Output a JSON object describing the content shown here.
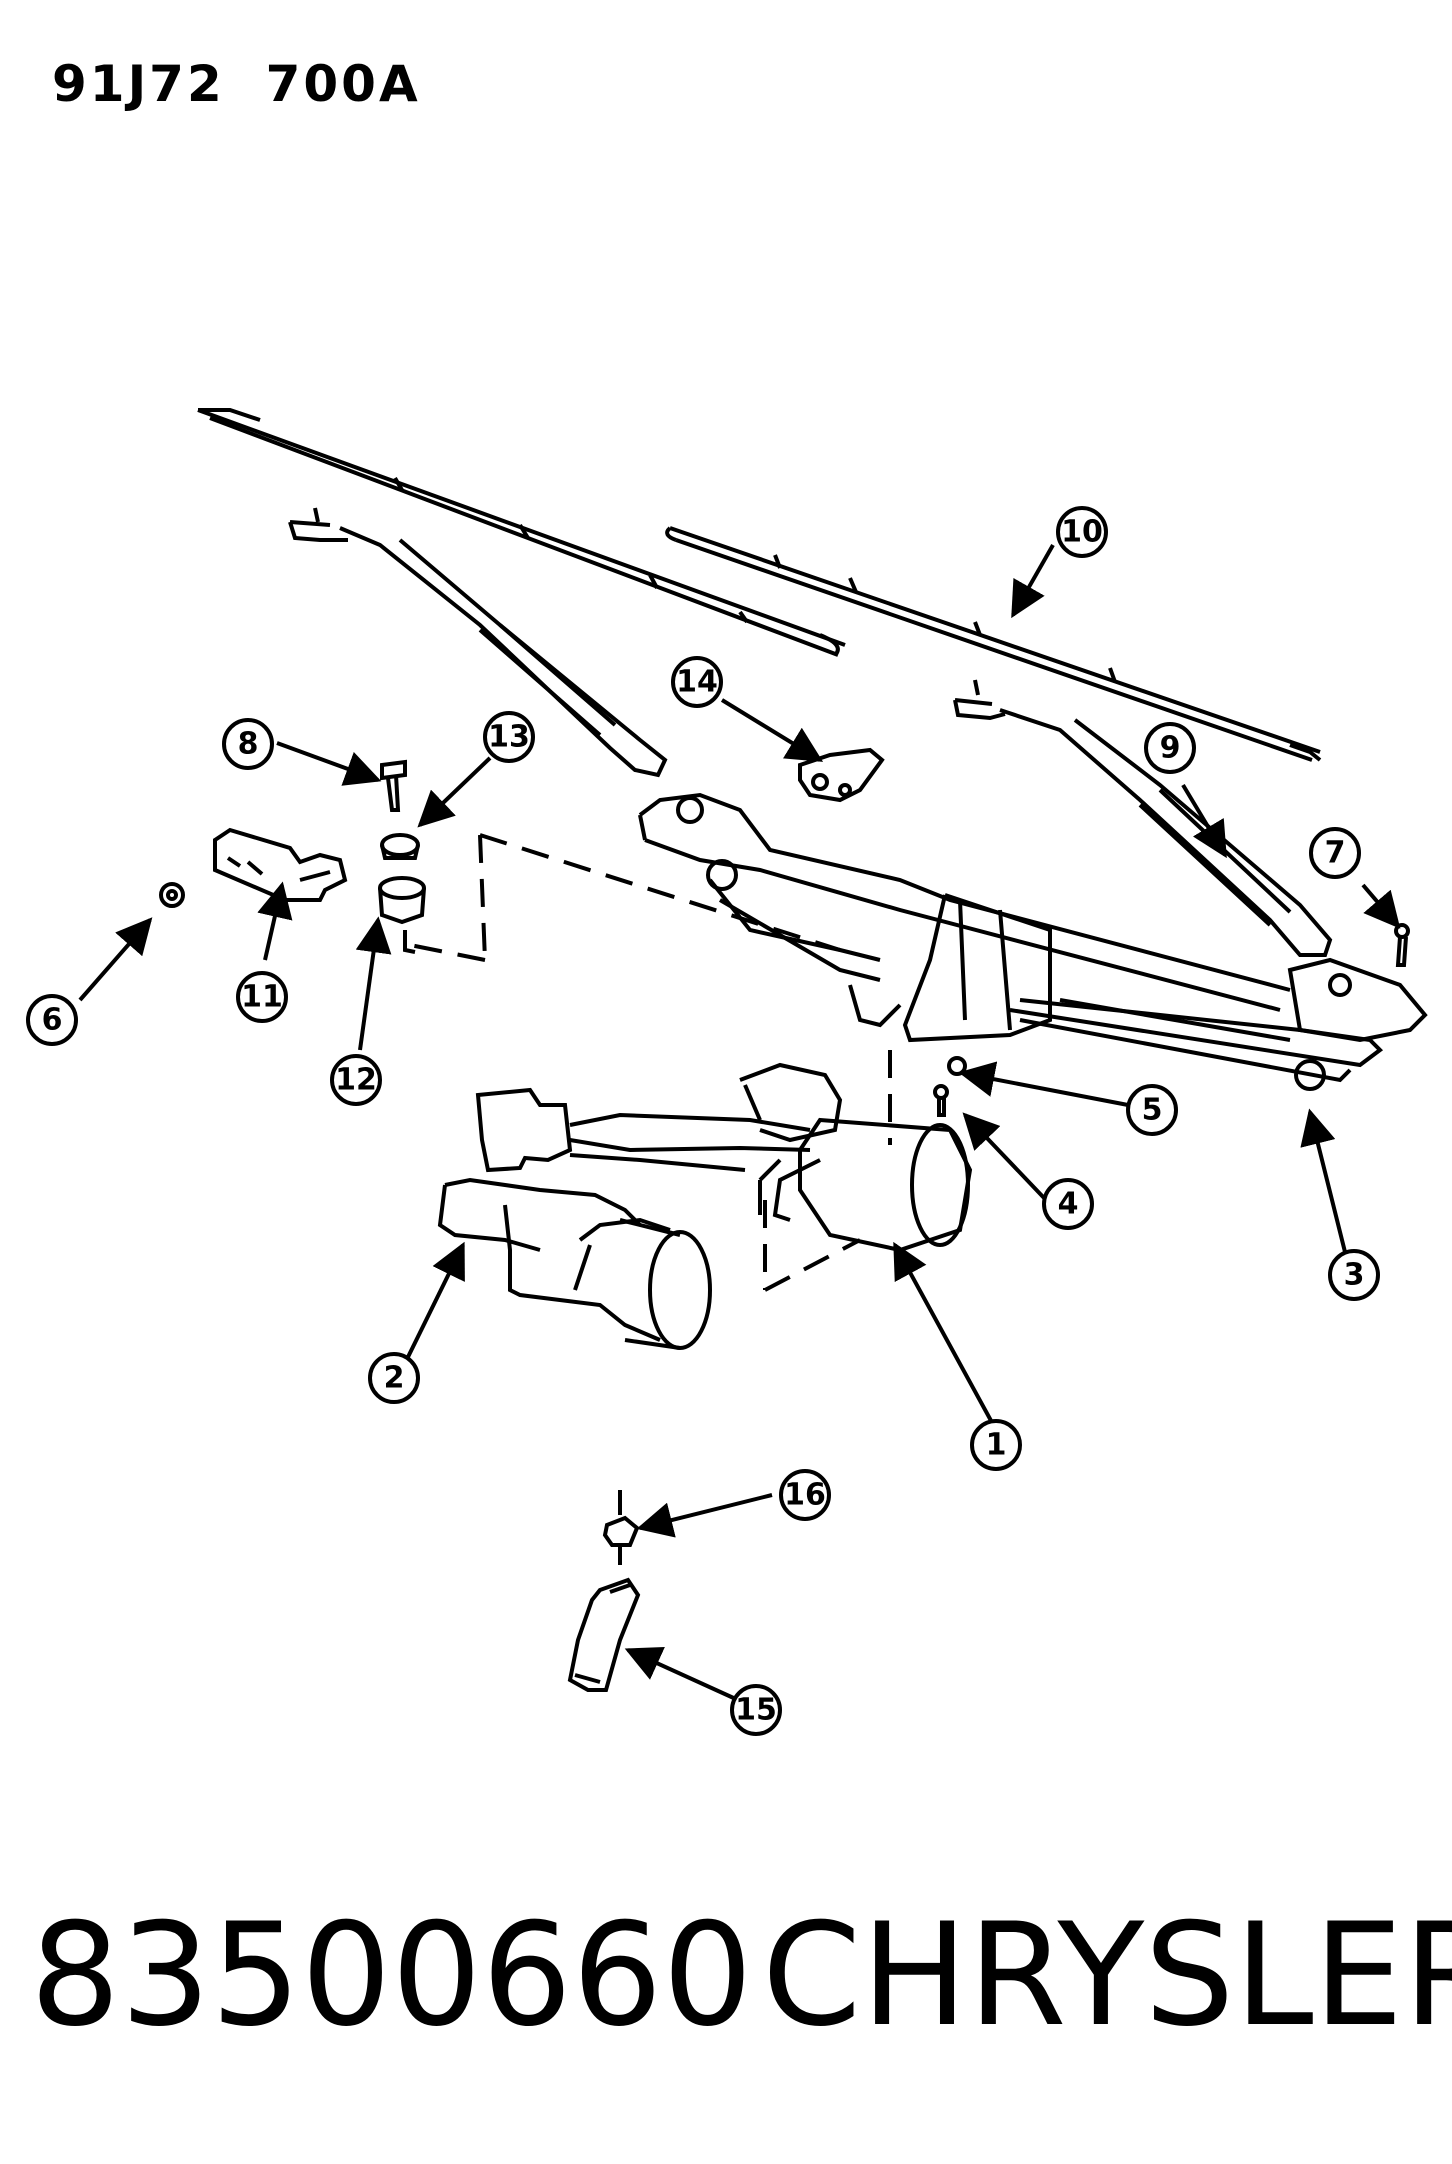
{
  "header": {
    "figure_code": "91J72  700A"
  },
  "callouts": [
    "1",
    "2",
    "3",
    "4",
    "5",
    "6",
    "7",
    "8",
    "9",
    "10",
    "11",
    "12",
    "13",
    "14",
    "15",
    "16"
  ],
  "footer": {
    "part_number": "83500660",
    "brand": "CHRYSLER"
  }
}
